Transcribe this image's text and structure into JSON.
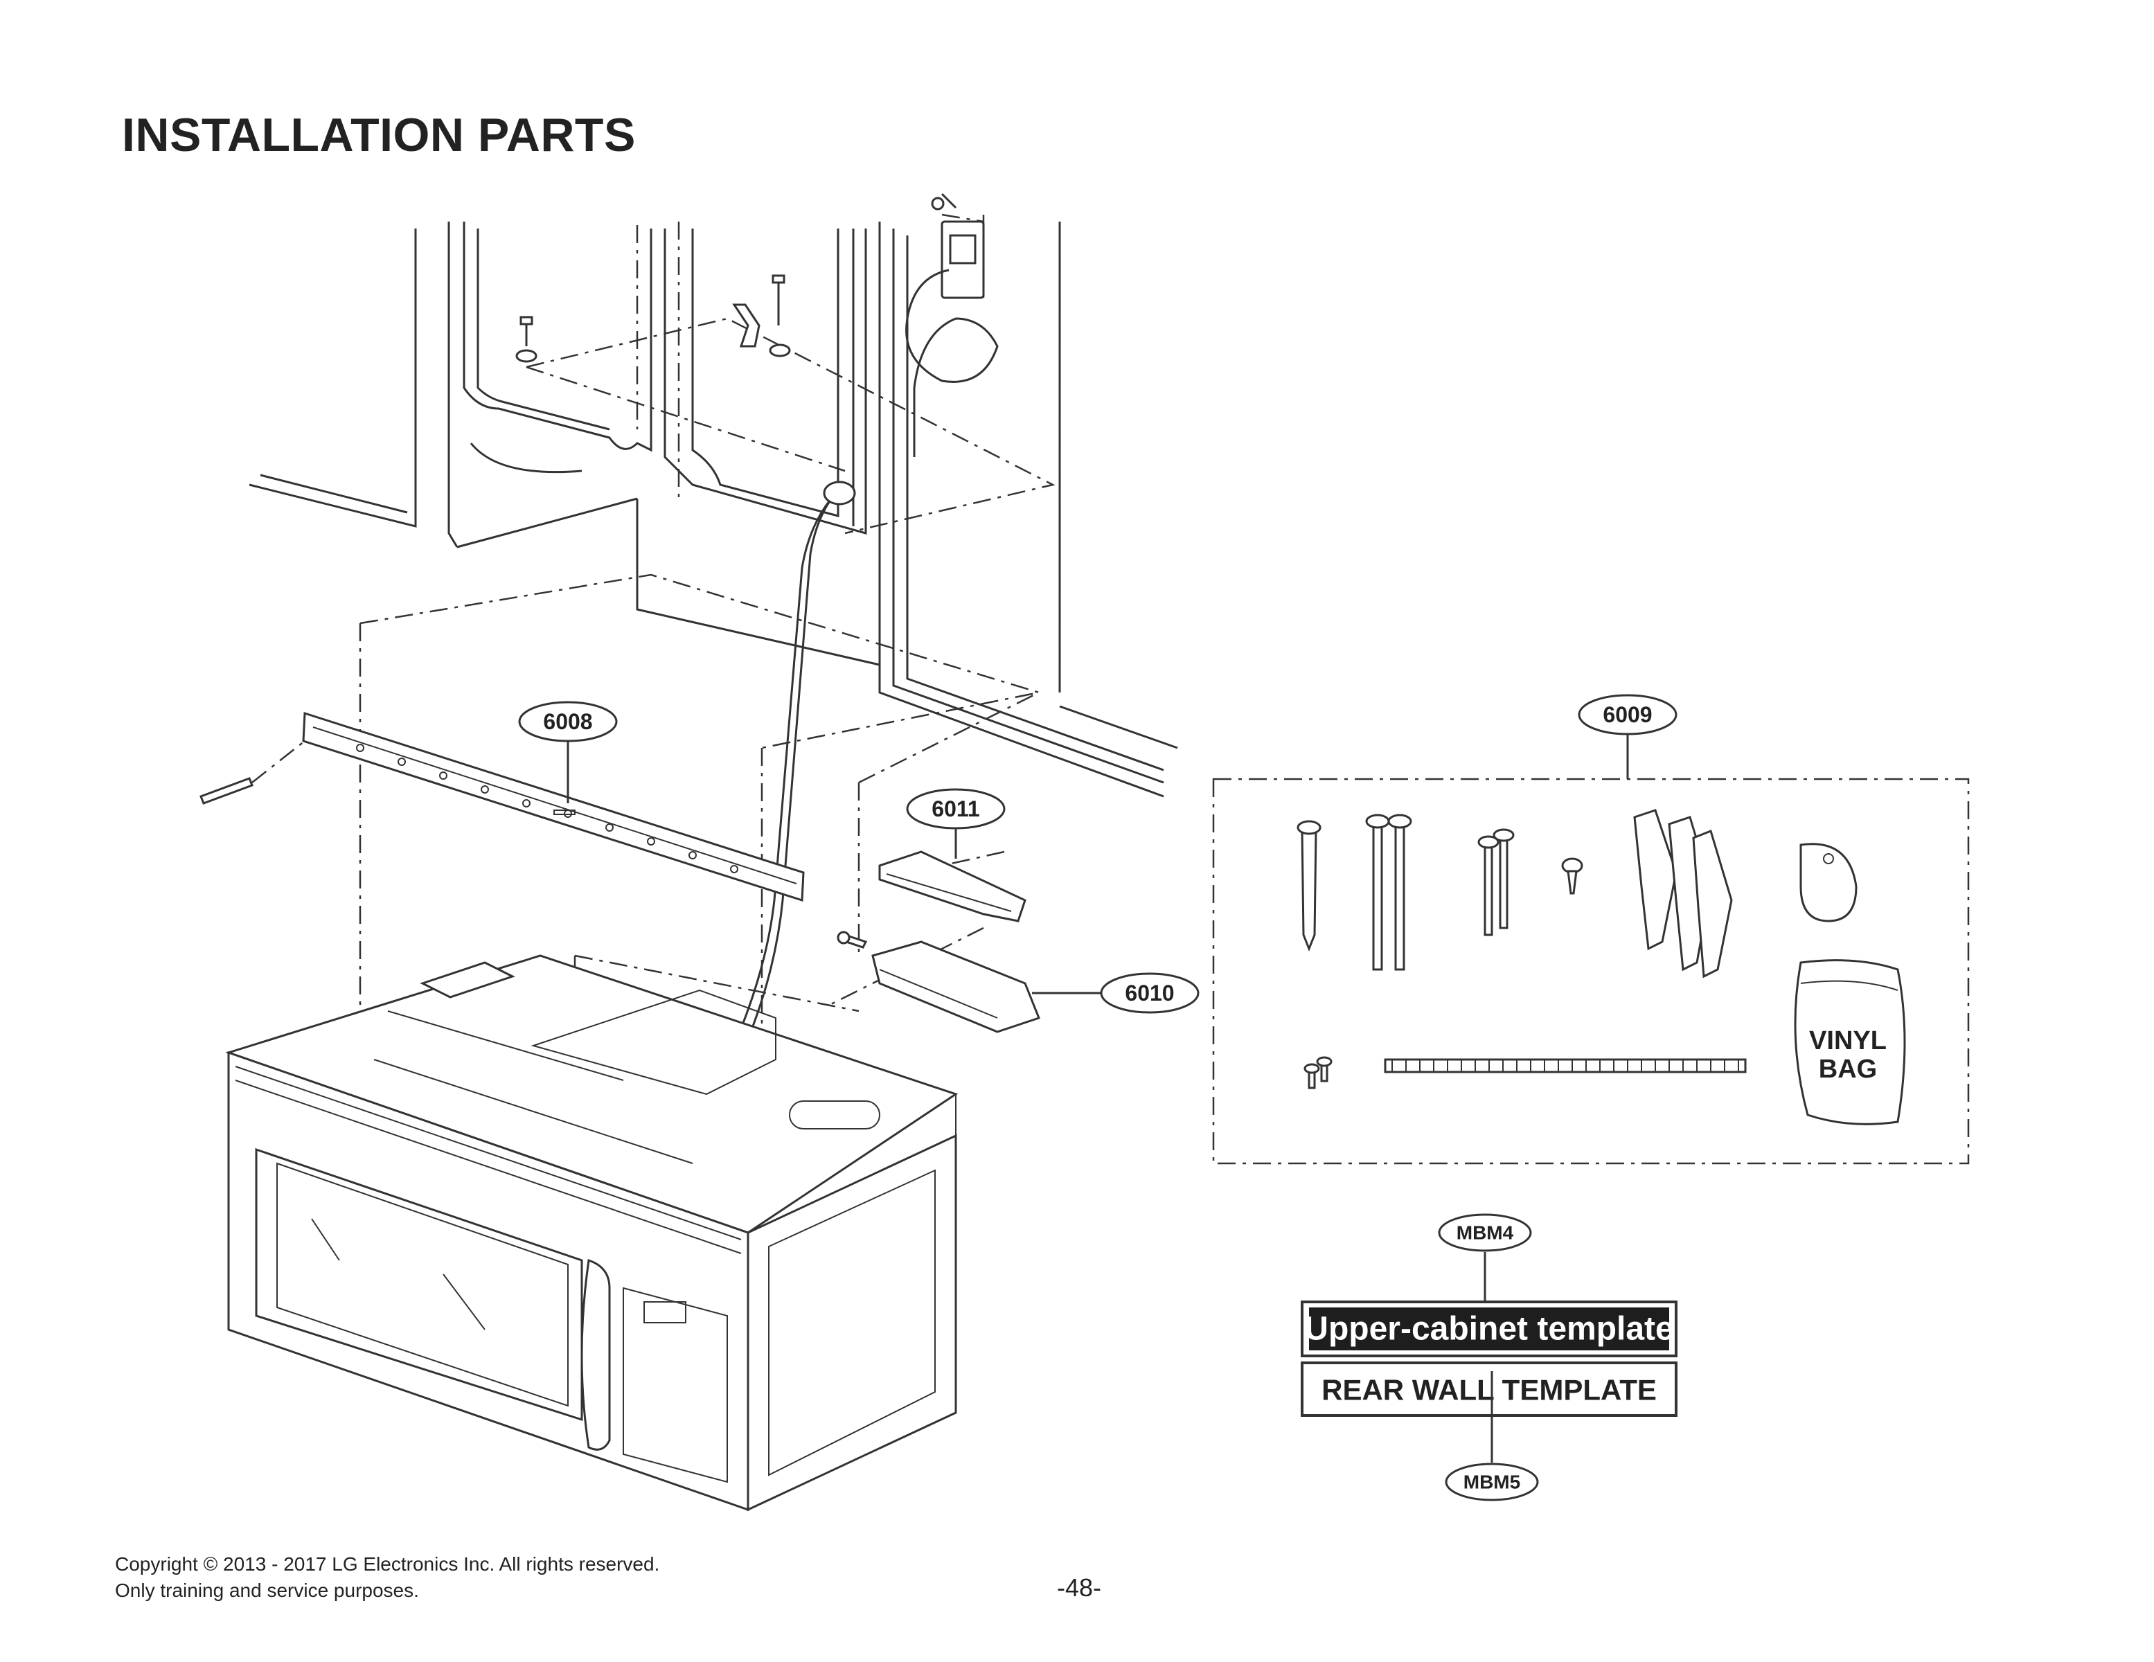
{
  "page": {
    "title": "INSTALLATION PARTS",
    "copyright_line1": "Copyright © 2013 - 2017 LG Electronics Inc. All rights reserved.",
    "copyright_line2": "Only training and service purposes.",
    "page_number": "-48-"
  },
  "callouts": {
    "mounting_plate": "6008",
    "parts_kit": "6009",
    "cover": "6011",
    "box": "6010",
    "upper_template": "MBM4",
    "rear_template": "MBM5"
  },
  "parts_kit": {
    "bag_line1": "VINYL",
    "bag_line2": "BAG"
  },
  "templates": {
    "upper_cabinet": "Upper-cabinet template",
    "rear_wall": "REAR WALL TEMPLATE"
  }
}
